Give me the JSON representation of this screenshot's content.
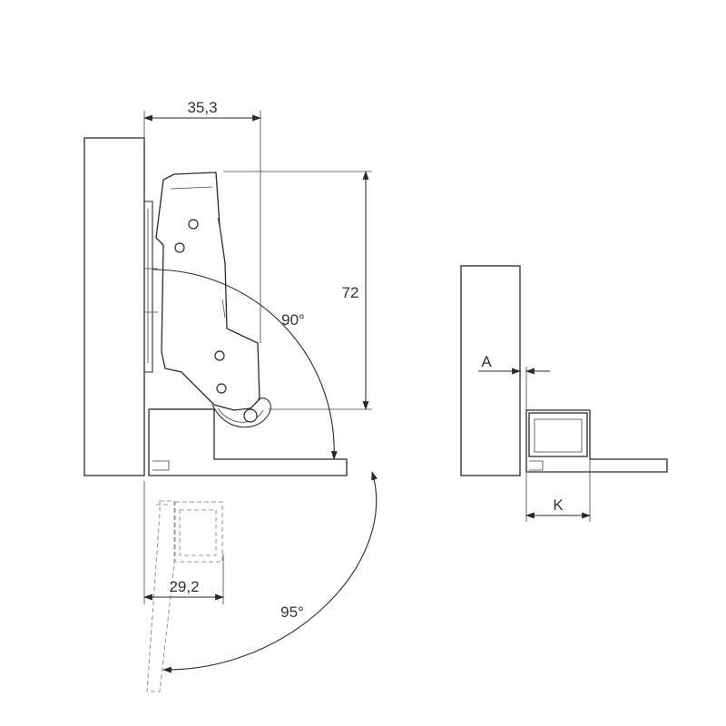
{
  "dimensions": {
    "overlay_depth": "35,3",
    "hinge_height": "72",
    "open_angle_small": "90°",
    "open_angle_large": "95°",
    "door_offset": "29,2",
    "gap_label": "A",
    "side_label": "K"
  },
  "colors": {
    "ink": "#2a2a2a",
    "ghost": "#9a9a9a",
    "label": "#333333"
  }
}
